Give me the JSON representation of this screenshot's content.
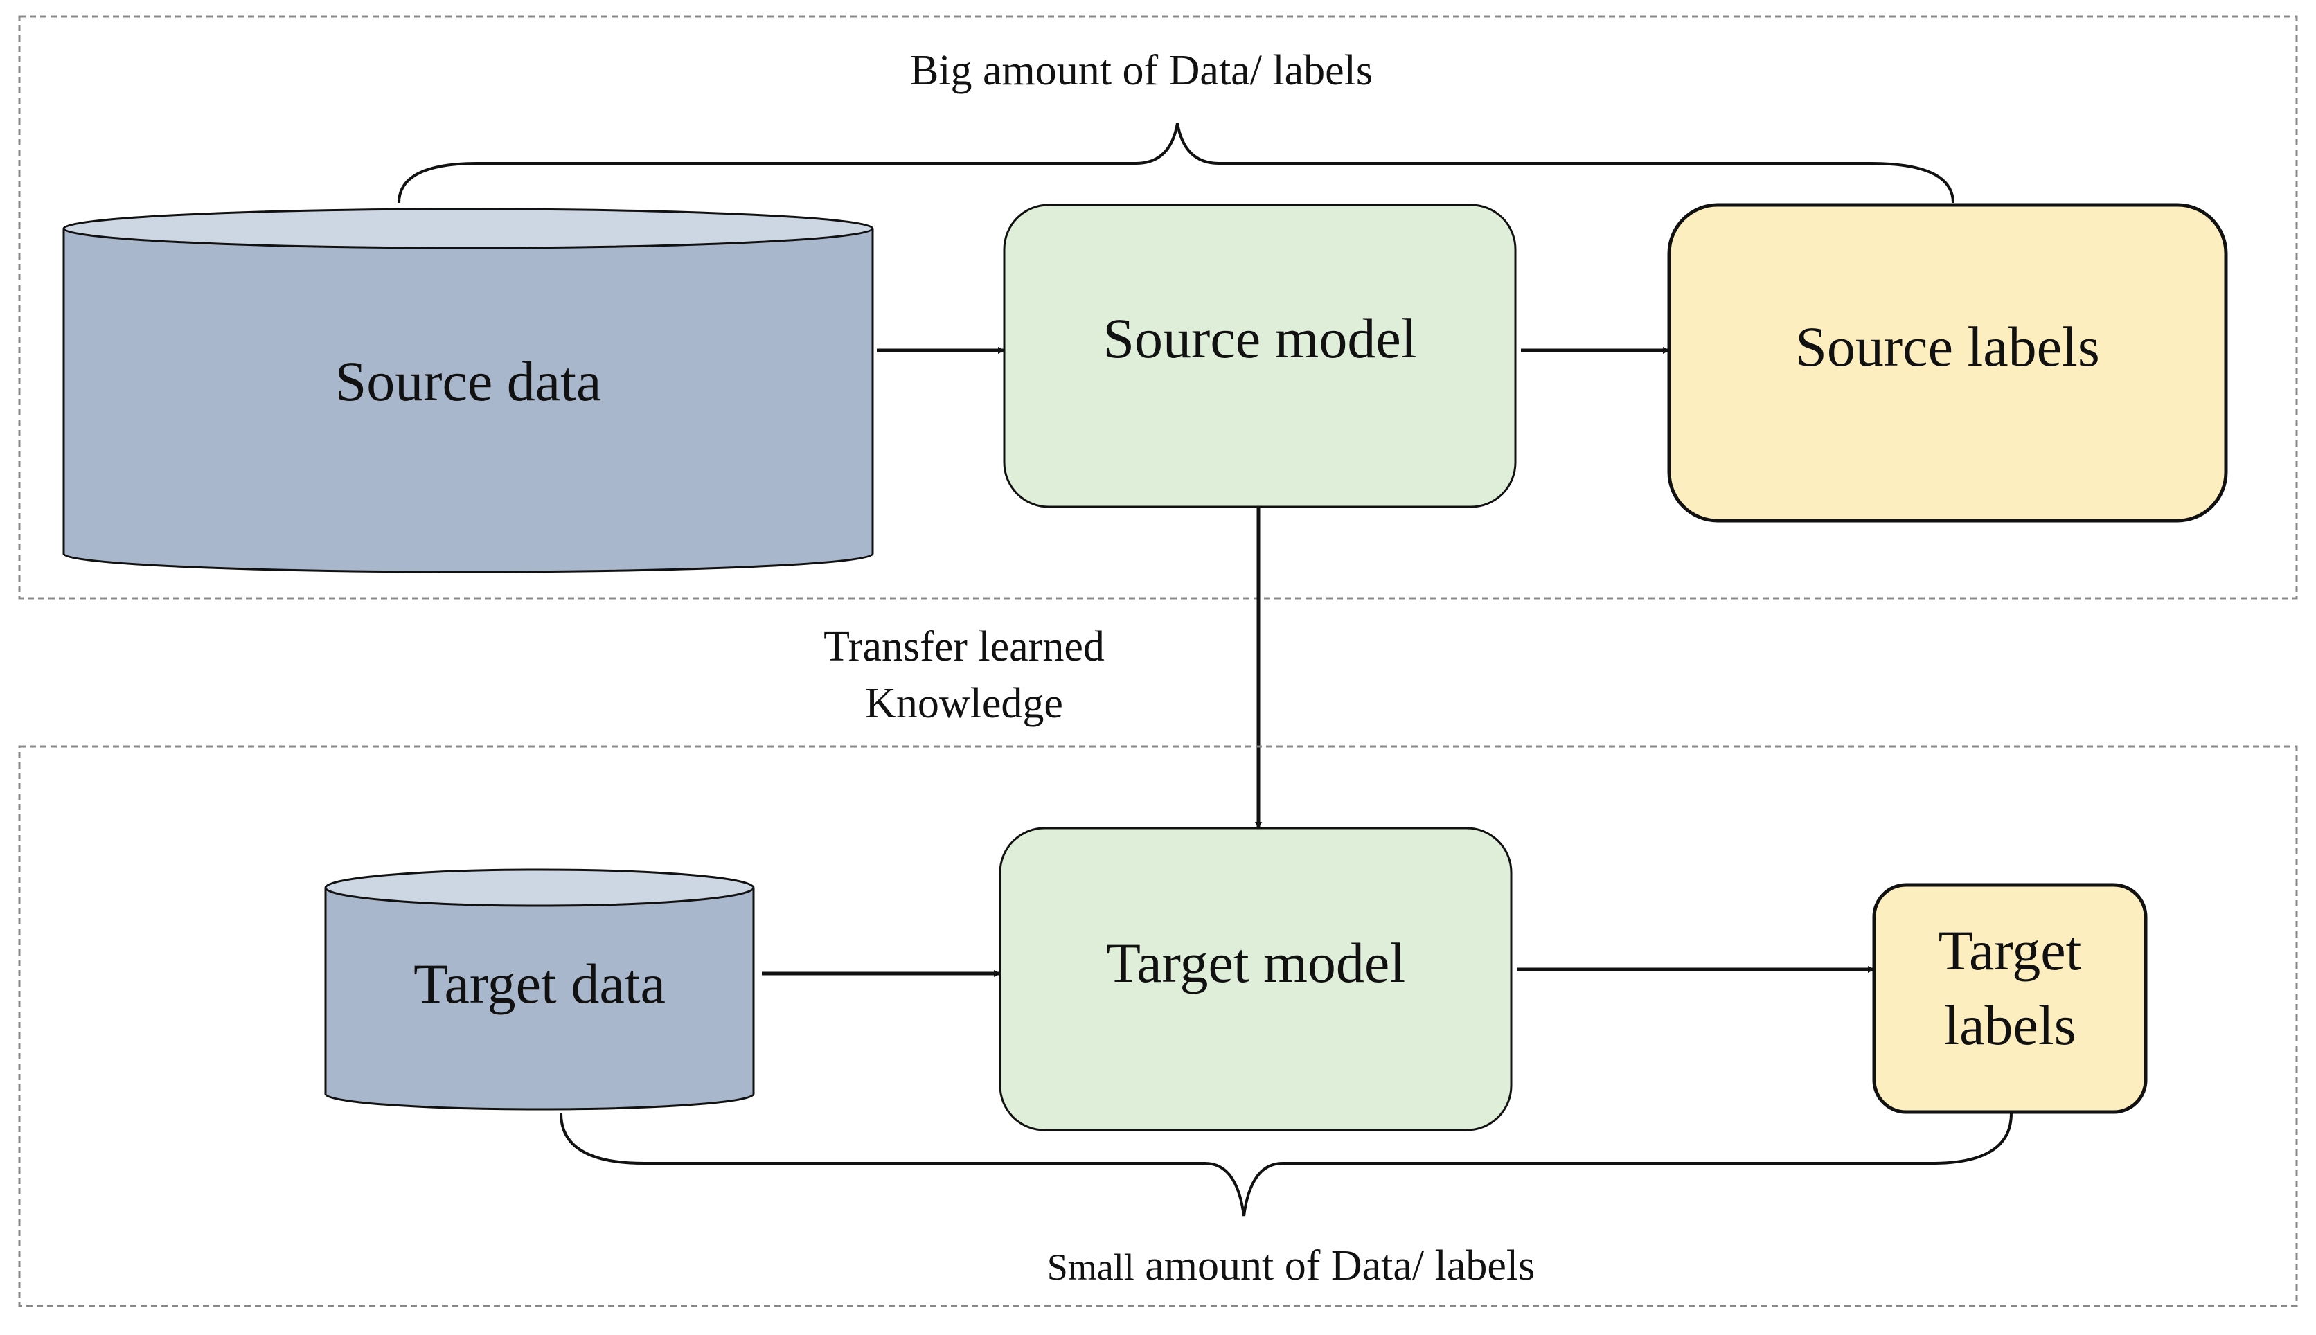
{
  "colors": {
    "data_fill": "#a9b7cc",
    "data_top_fill": "#cdd7e4",
    "model_fill": "#deeed9",
    "label_fill": "#fdeebf",
    "stroke": "#111111",
    "panel_border": "#888888"
  },
  "source_panel": {
    "brace_label": "Big amount of Data/ labels",
    "data": "Source data",
    "model": "Source model",
    "labels": "Source labels"
  },
  "transfer": {
    "line1": "Transfer learned",
    "line2": "Knowledge"
  },
  "target_panel": {
    "brace_label_small": "Small",
    "brace_label_rest": " amount of Data/ labels",
    "data": "Target data",
    "model": "Target model",
    "labels_line1": "Target",
    "labels_line2": "labels"
  }
}
